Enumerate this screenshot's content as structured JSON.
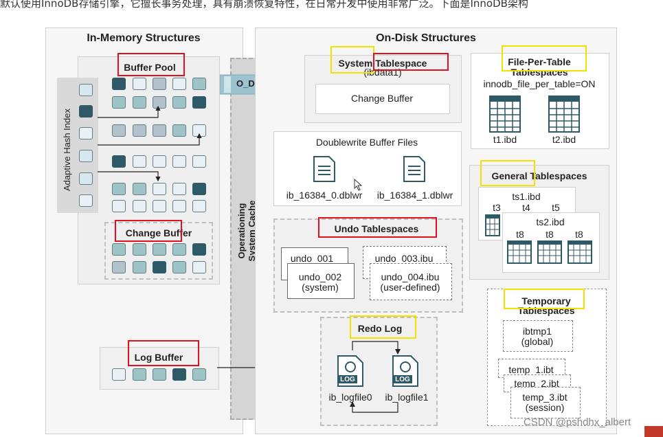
{
  "header_text": "默认使用InnoDB存储引擎，它擅长事务处理，具有崩溃恢复特性，在日常开发中使用非常广泛。下面是InnoDB架构",
  "left": {
    "title": "In-Memory Structures",
    "buffer_pool": "Buffer Pool",
    "adaptive_hash_index": "Adaptive Hash Index",
    "change_buffer": "Change Buffer",
    "log_buffer": "Log Buffer"
  },
  "middle": {
    "os_cache": "Operationing System Cache",
    "o_direct": "O_DIRECT"
  },
  "right": {
    "title": "On-Disk Structures",
    "system_tablespace": {
      "title": "System Tablespace",
      "sub": "(ibdata1)",
      "change_buffer": "Change Buffer"
    },
    "doublewrite": {
      "title": "Doublewrite Buffer Files",
      "file1": "ib_16384_0.dblwr",
      "file2": "ib_16384_1.dblwr"
    },
    "undo": {
      "title": "Undo Tablespaces",
      "u1": "undo_001",
      "u2": "undo_002",
      "u2_sub": "(system)",
      "u3": "undo_003.ibu",
      "u4": "undo_004.ibu",
      "u4_sub": "(user-defined)"
    },
    "redo": {
      "title": "Redo Log",
      "f0": "ib_logfile0",
      "f1": "ib_logfile1",
      "icon_label": "LOG"
    },
    "file_per_table": {
      "title": "File-Per-Table",
      "title2": "Tablespaces",
      "setting": "innodb_file_per_table=ON",
      "t1": "t1.ibd",
      "t2": "t2.ibd"
    },
    "general": {
      "title": "General Tablespaces",
      "ts1": "ts1.ibd",
      "ts1_cols": [
        "t3",
        "t4",
        "t5"
      ],
      "ts2": "ts2.ibd",
      "ts2_cols": [
        "t8",
        "t8",
        "t8"
      ]
    },
    "temporary": {
      "title": "Temporary",
      "title2": "Tablespaces",
      "ibtmp": "ibtmp1",
      "ibtmp_sub": "(global)",
      "t1": "temp_1.ibt",
      "t2": "temp_2.ibt",
      "t3": "temp_3.ibt",
      "t3_sub": "(session)"
    }
  },
  "watermark": "CSDN @pshdhx_albert",
  "colors": {
    "highlight_red": "#e0101f",
    "highlight_yellow": "#f2e000",
    "teal_dark": "#2d5a66",
    "teal_mid": "#9fc4c7",
    "arrow": "#9cc3cf"
  }
}
